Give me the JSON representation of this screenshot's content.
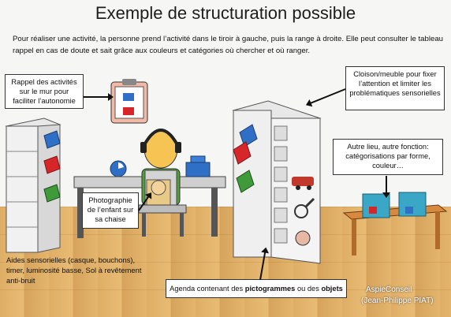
{
  "title": "Exemple de structuration possible",
  "intro": "Pour réaliser une activité, la personne prend l’activité dans le tiroir à gauche, puis la range à droite. Elle peut consulter le tableau rappel en cas de doute et sait grâce aux couleurs et catégories où  chercher et où ranger.",
  "callouts": {
    "rappel": "Rappel des activités sur le mur pour faciliter l’autonomie",
    "cloison": "Cloison/meuble pour fixer l’attention et limiter les problématiques sensorielles",
    "autre_lieu": "Autre lieu, autre fonction: catégorisations par forme, couleur…",
    "photo": "Photographie de l’enfant sur sa chaise",
    "aides": "Aides sensorielles (casque, bouchons), timer, luminosité basse, Sol à revêtement anti-bruit",
    "agenda_pre": "Agenda contenant des ",
    "agenda_pict": "pictogrammes",
    "agenda_mid": " ou des ",
    "agenda_obj": "objets"
  },
  "credit": {
    "name": "AspieConseil",
    "author": "(Jean-Philippe PIAT)"
  },
  "colors": {
    "drawer_blue": "#2f6fc6",
    "drawer_red": "#d6262a",
    "drawer_green": "#3f9a3a",
    "box_teal": "#3aa7c7",
    "floor": "#e2b26b"
  }
}
